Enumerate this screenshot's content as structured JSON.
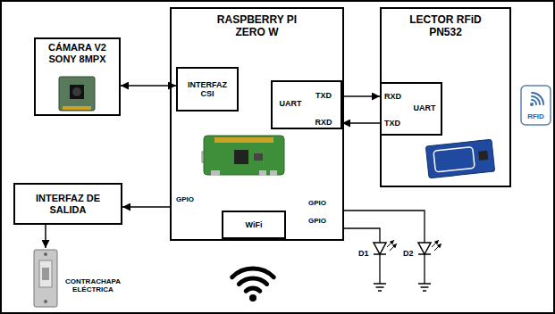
{
  "diagram": {
    "nodes": [
      {
        "text": [
          "RASPBERRY PI ZERO W"
        ]
      },
      {
        "text": [
          "INTERFAZ CSI"
        ],
        "in": 0
      },
      {
        "text": [
          "UART",
          "TXD",
          "RXD"
        ],
        "in": 0
      },
      {
        "text": [
          "WiFi"
        ],
        "in": 0
      },
      {
        "text": [
          "LECTOR RFiD PN532"
        ]
      },
      {
        "text": [
          "RXD",
          "TXD",
          "UART"
        ],
        "in": 4
      },
      {
        "text": [
          "CÁMARA V2 SONY 8MPX"
        ]
      },
      {
        "text": [
          "INTERFAZ DE SALIDA"
        ]
      }
    ],
    "edges": [
      {
        "from": 6,
        "to": 1,
        "arrow": "both"
      },
      {
        "from": 2,
        "to": 5,
        "arrow": "to"
      },
      {
        "from": 5,
        "to": 2,
        "arrow": "to"
      },
      {
        "from": 0,
        "to": 7,
        "arrow": "to"
      }
    ],
    "labels": [
      "GPIO",
      "GPIO",
      "GPIO",
      "D1",
      "D2",
      "RFID",
      "CONTRACHAPA ELÉCTRICA"
    ]
  }
}
